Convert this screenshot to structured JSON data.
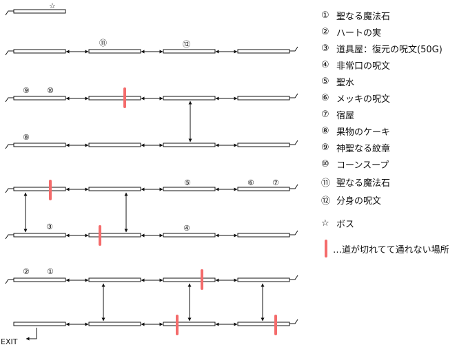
{
  "map": {
    "exit_label": "EXIT",
    "marks": {
      "boss": "☆",
      "n1": "①",
      "n2": "②",
      "n3": "③",
      "n4": "④",
      "n5": "⑤",
      "n6": "⑥",
      "n7": "⑦",
      "n8": "⑧",
      "n9": "⑨",
      "n10": "⑩",
      "n11": "⑪",
      "n12": "⑫"
    }
  },
  "legend": {
    "items": [
      {
        "symbol": "①",
        "text": "聖なる魔法石"
      },
      {
        "symbol": "②",
        "text": "ハートの実"
      },
      {
        "symbol": "③",
        "text": "道具屋：復元の呪文(50G)"
      },
      {
        "symbol": "④",
        "text": "非常口の呪文"
      },
      {
        "symbol": "⑤",
        "text": "聖水"
      },
      {
        "symbol": "⑥",
        "text": "メッキの呪文"
      },
      {
        "symbol": "⑦",
        "text": "宿屋"
      },
      {
        "symbol": "⑧",
        "text": "果物のケーキ"
      },
      {
        "symbol": "⑨",
        "text": "神聖なる紋章"
      },
      {
        "symbol": "⑩",
        "text": "コーンスープ"
      },
      {
        "symbol": "⑪",
        "text": "聖なる魔法石"
      },
      {
        "symbol": "⑫",
        "text": "分身の呪文"
      }
    ],
    "boss": {
      "symbol": "☆",
      "text": "ボス"
    },
    "blocked": {
      "text": "…道が切れてて通れない場所"
    }
  },
  "colors": {
    "line": "#111111",
    "block": "#f46b6b",
    "background": "#ffffff"
  }
}
